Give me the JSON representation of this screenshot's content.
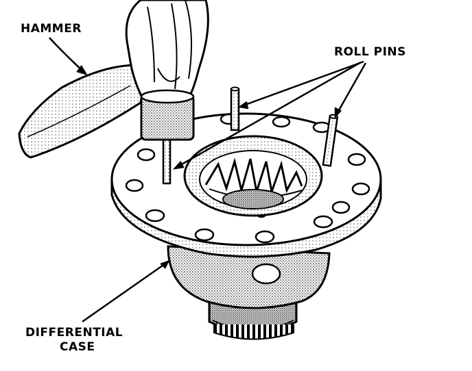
{
  "labels": {
    "hammer": "HAMMER",
    "roll_pins": "ROLL PINS",
    "differential_line1": "DIFFERENTIAL",
    "differential_line2": "CASE"
  },
  "colors": {
    "ink": "#000000",
    "paper": "#ffffff",
    "shade": "#8a8a8a"
  }
}
